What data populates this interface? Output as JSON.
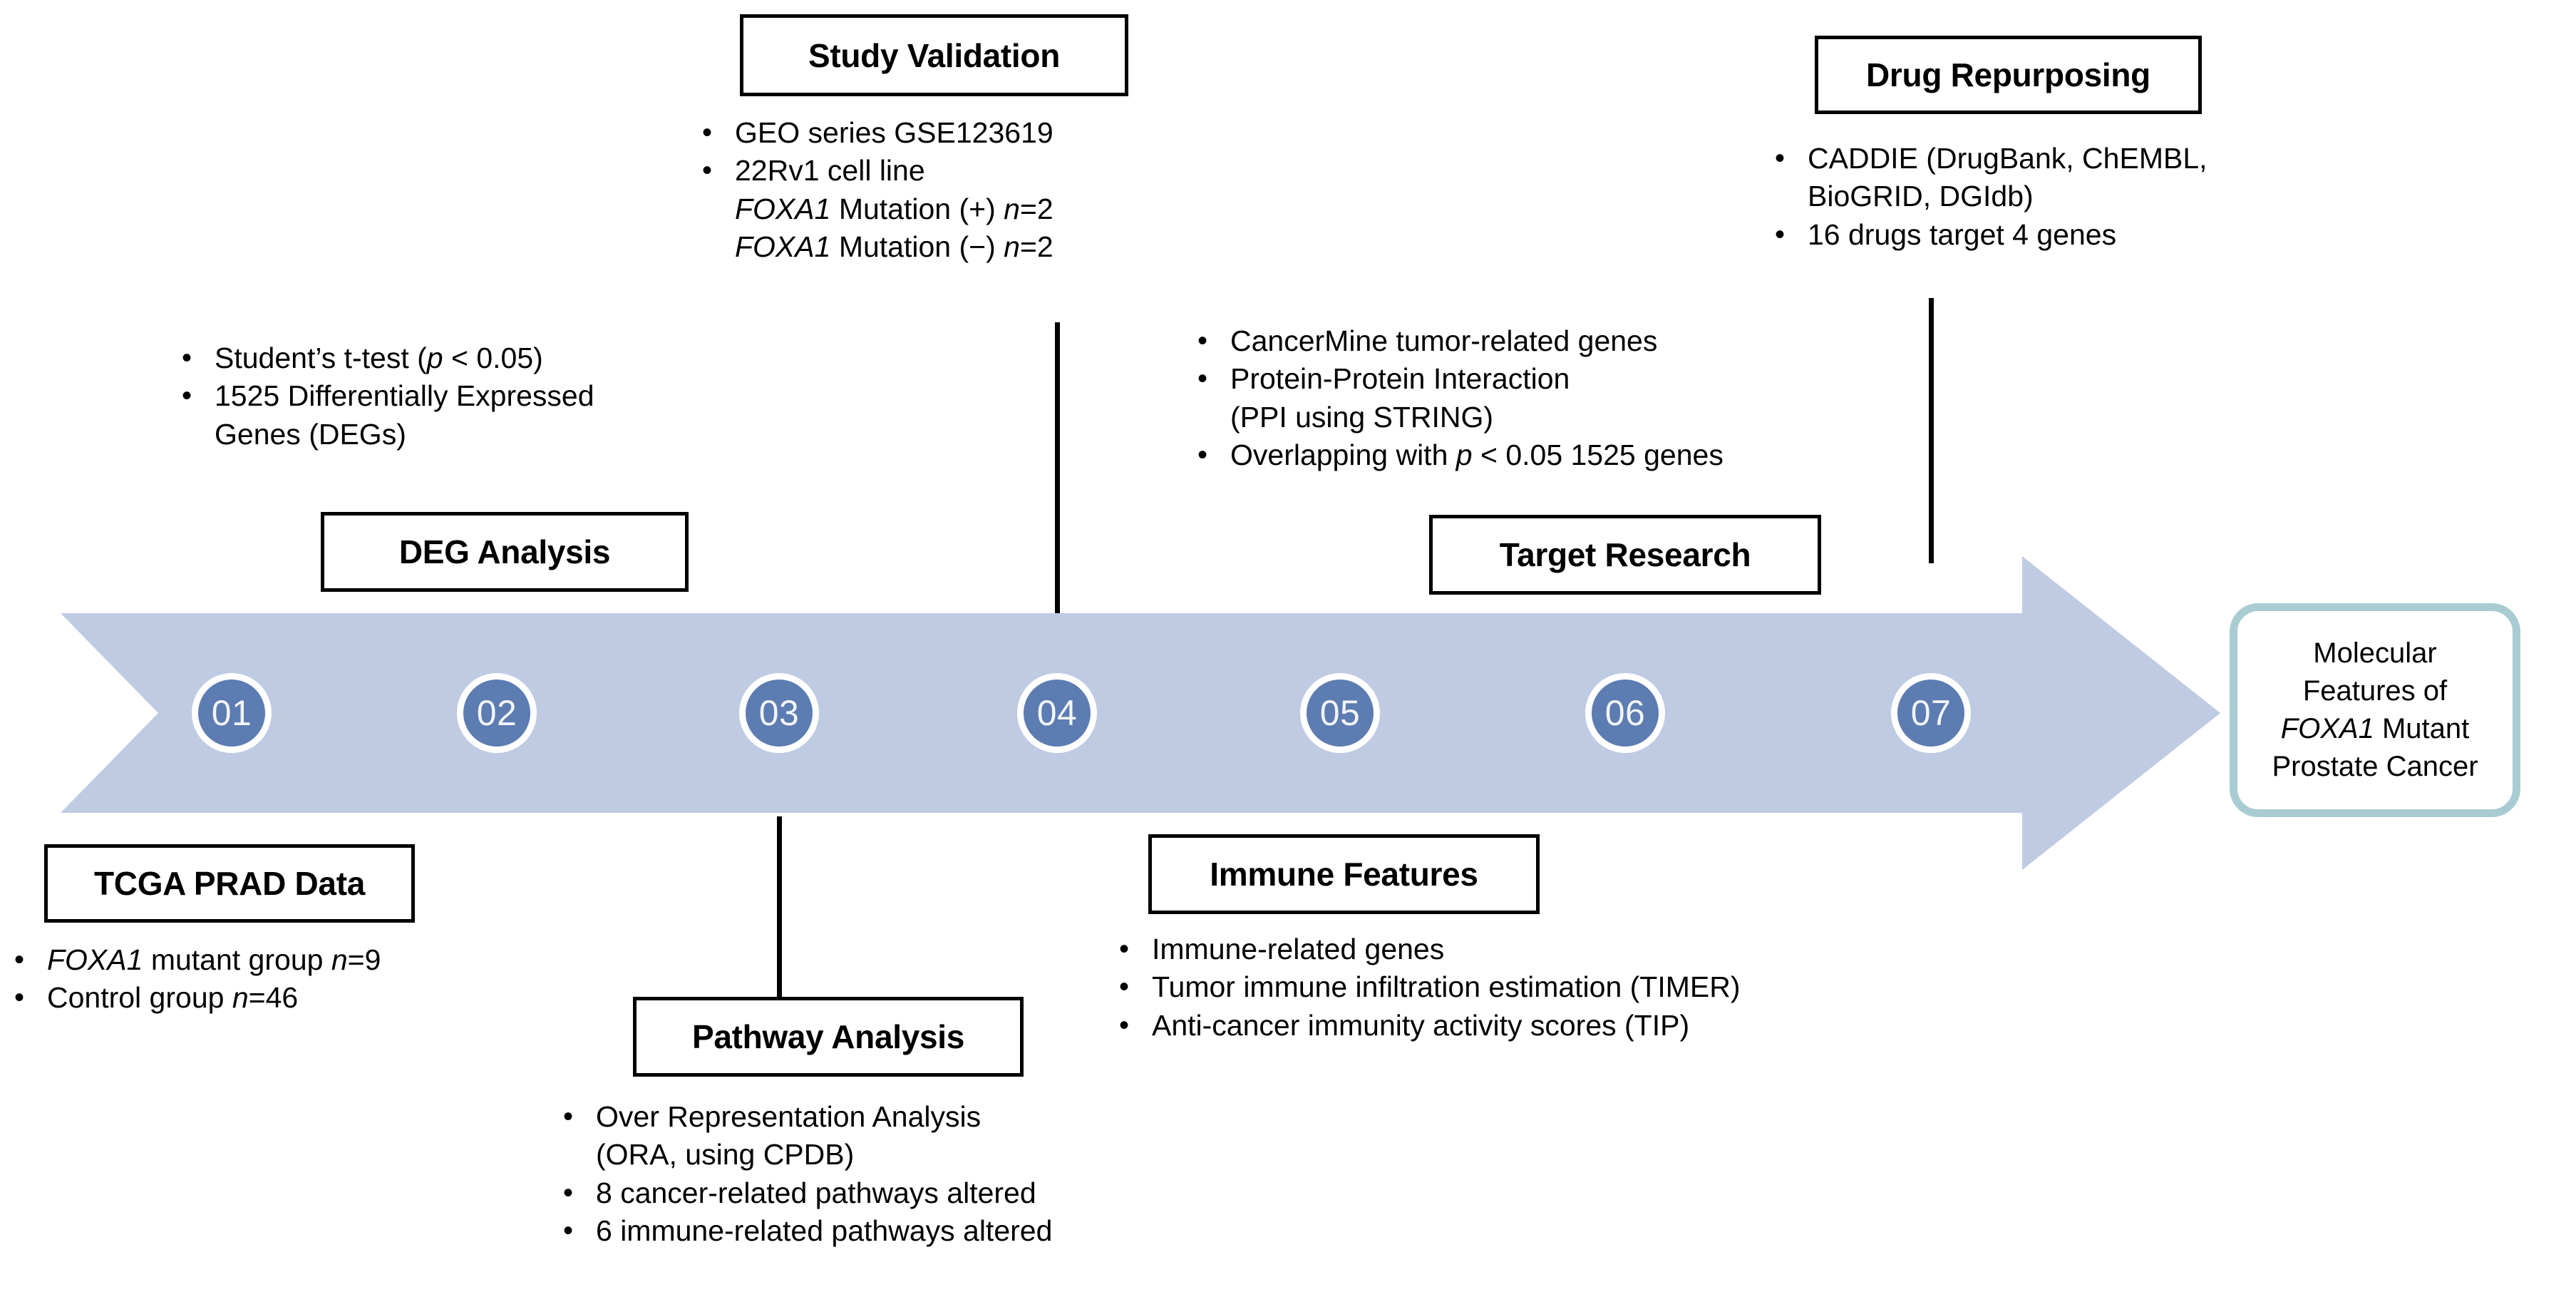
{
  "figure": {
    "type": "workflow-timeline-diagram",
    "arrow_fill_color": "#bfcbe2",
    "circle_fill_color": "#5c7cb2",
    "circle_ring_color": "#ffffff",
    "circle_text_color": "#f2f4f7",
    "outcome_border_color": "#a9ccd3"
  },
  "steps": [
    {
      "number": "01"
    },
    {
      "number": "02"
    },
    {
      "number": "03"
    },
    {
      "number": "04"
    },
    {
      "number": "05"
    },
    {
      "number": "06"
    },
    {
      "number": "07"
    }
  ],
  "sections": {
    "study_validation": {
      "title": "Study Validation",
      "bullets": [
        {
          "text": "GEO series GSE123619"
        },
        {
          "text": "22Rv1 cell line"
        }
      ],
      "sub_lines": [
        {
          "gene": "FOXA1",
          "rest": " Mutation (+)  ",
          "n_italic": "n",
          "n_value": "=2"
        },
        {
          "gene": "FOXA1",
          "rest": " Mutation (−)  ",
          "n_italic": "n",
          "n_value": "=2"
        }
      ]
    },
    "drug_repurposing": {
      "title": "Drug Repurposing",
      "bullets": [
        {
          "line1": "CADDIE (DrugBank, ChEMBL,",
          "line2": "BioGRID, DGIdb)"
        },
        {
          "line1": "16 drugs target 4 genes",
          "line2": ""
        }
      ]
    },
    "deg_analysis": {
      "title": "DEG Analysis",
      "bullet1_pre": "Student’s t-test (",
      "bullet1_p": "p",
      "bullet1_post": " < 0.05)",
      "bullet2_line1": "1525 Differentially Expressed",
      "bullet2_line2": "Genes (DEGs)"
    },
    "target_research": {
      "title": "Target Research",
      "bullet1": "CancerMine tumor-related genes",
      "bullet2_line1": "Protein-Protein Interaction",
      "bullet2_line2": "(PPI using STRING)",
      "bullet3_pre": "Overlapping with ",
      "bullet3_p": "p",
      "bullet3_post": " < 0.05 1525 genes"
    },
    "tcga_prad": {
      "title": "TCGA PRAD Data",
      "bullet1_gene": "FOXA1",
      "bullet1_rest": " mutant group ",
      "bullet1_n": "n",
      "bullet1_value": "=9",
      "bullet2_rest": "Control group  ",
      "bullet2_n": "n",
      "bullet2_value": "=46"
    },
    "pathway_analysis": {
      "title": "Pathway Analysis",
      "bullet1_line1": "Over Representation Analysis",
      "bullet1_line2": "(ORA, using CPDB)",
      "bullet2": "8 cancer-related pathways altered",
      "bullet3": "6 immune-related pathways altered"
    },
    "immune_features": {
      "title": "Immune Features",
      "bullet1": "Immune-related genes",
      "bullet2": "Tumor immune infiltration estimation (TIMER)",
      "bullet3": "Anti-cancer immunity activity scores (TIP)"
    }
  },
  "outcome": {
    "line1": "Molecular",
    "line2": "Features of",
    "line3_gene": "FOXA1",
    "line3_rest": " Mutant",
    "line4": "Prostate Cancer"
  },
  "bullet_glyph": "•"
}
